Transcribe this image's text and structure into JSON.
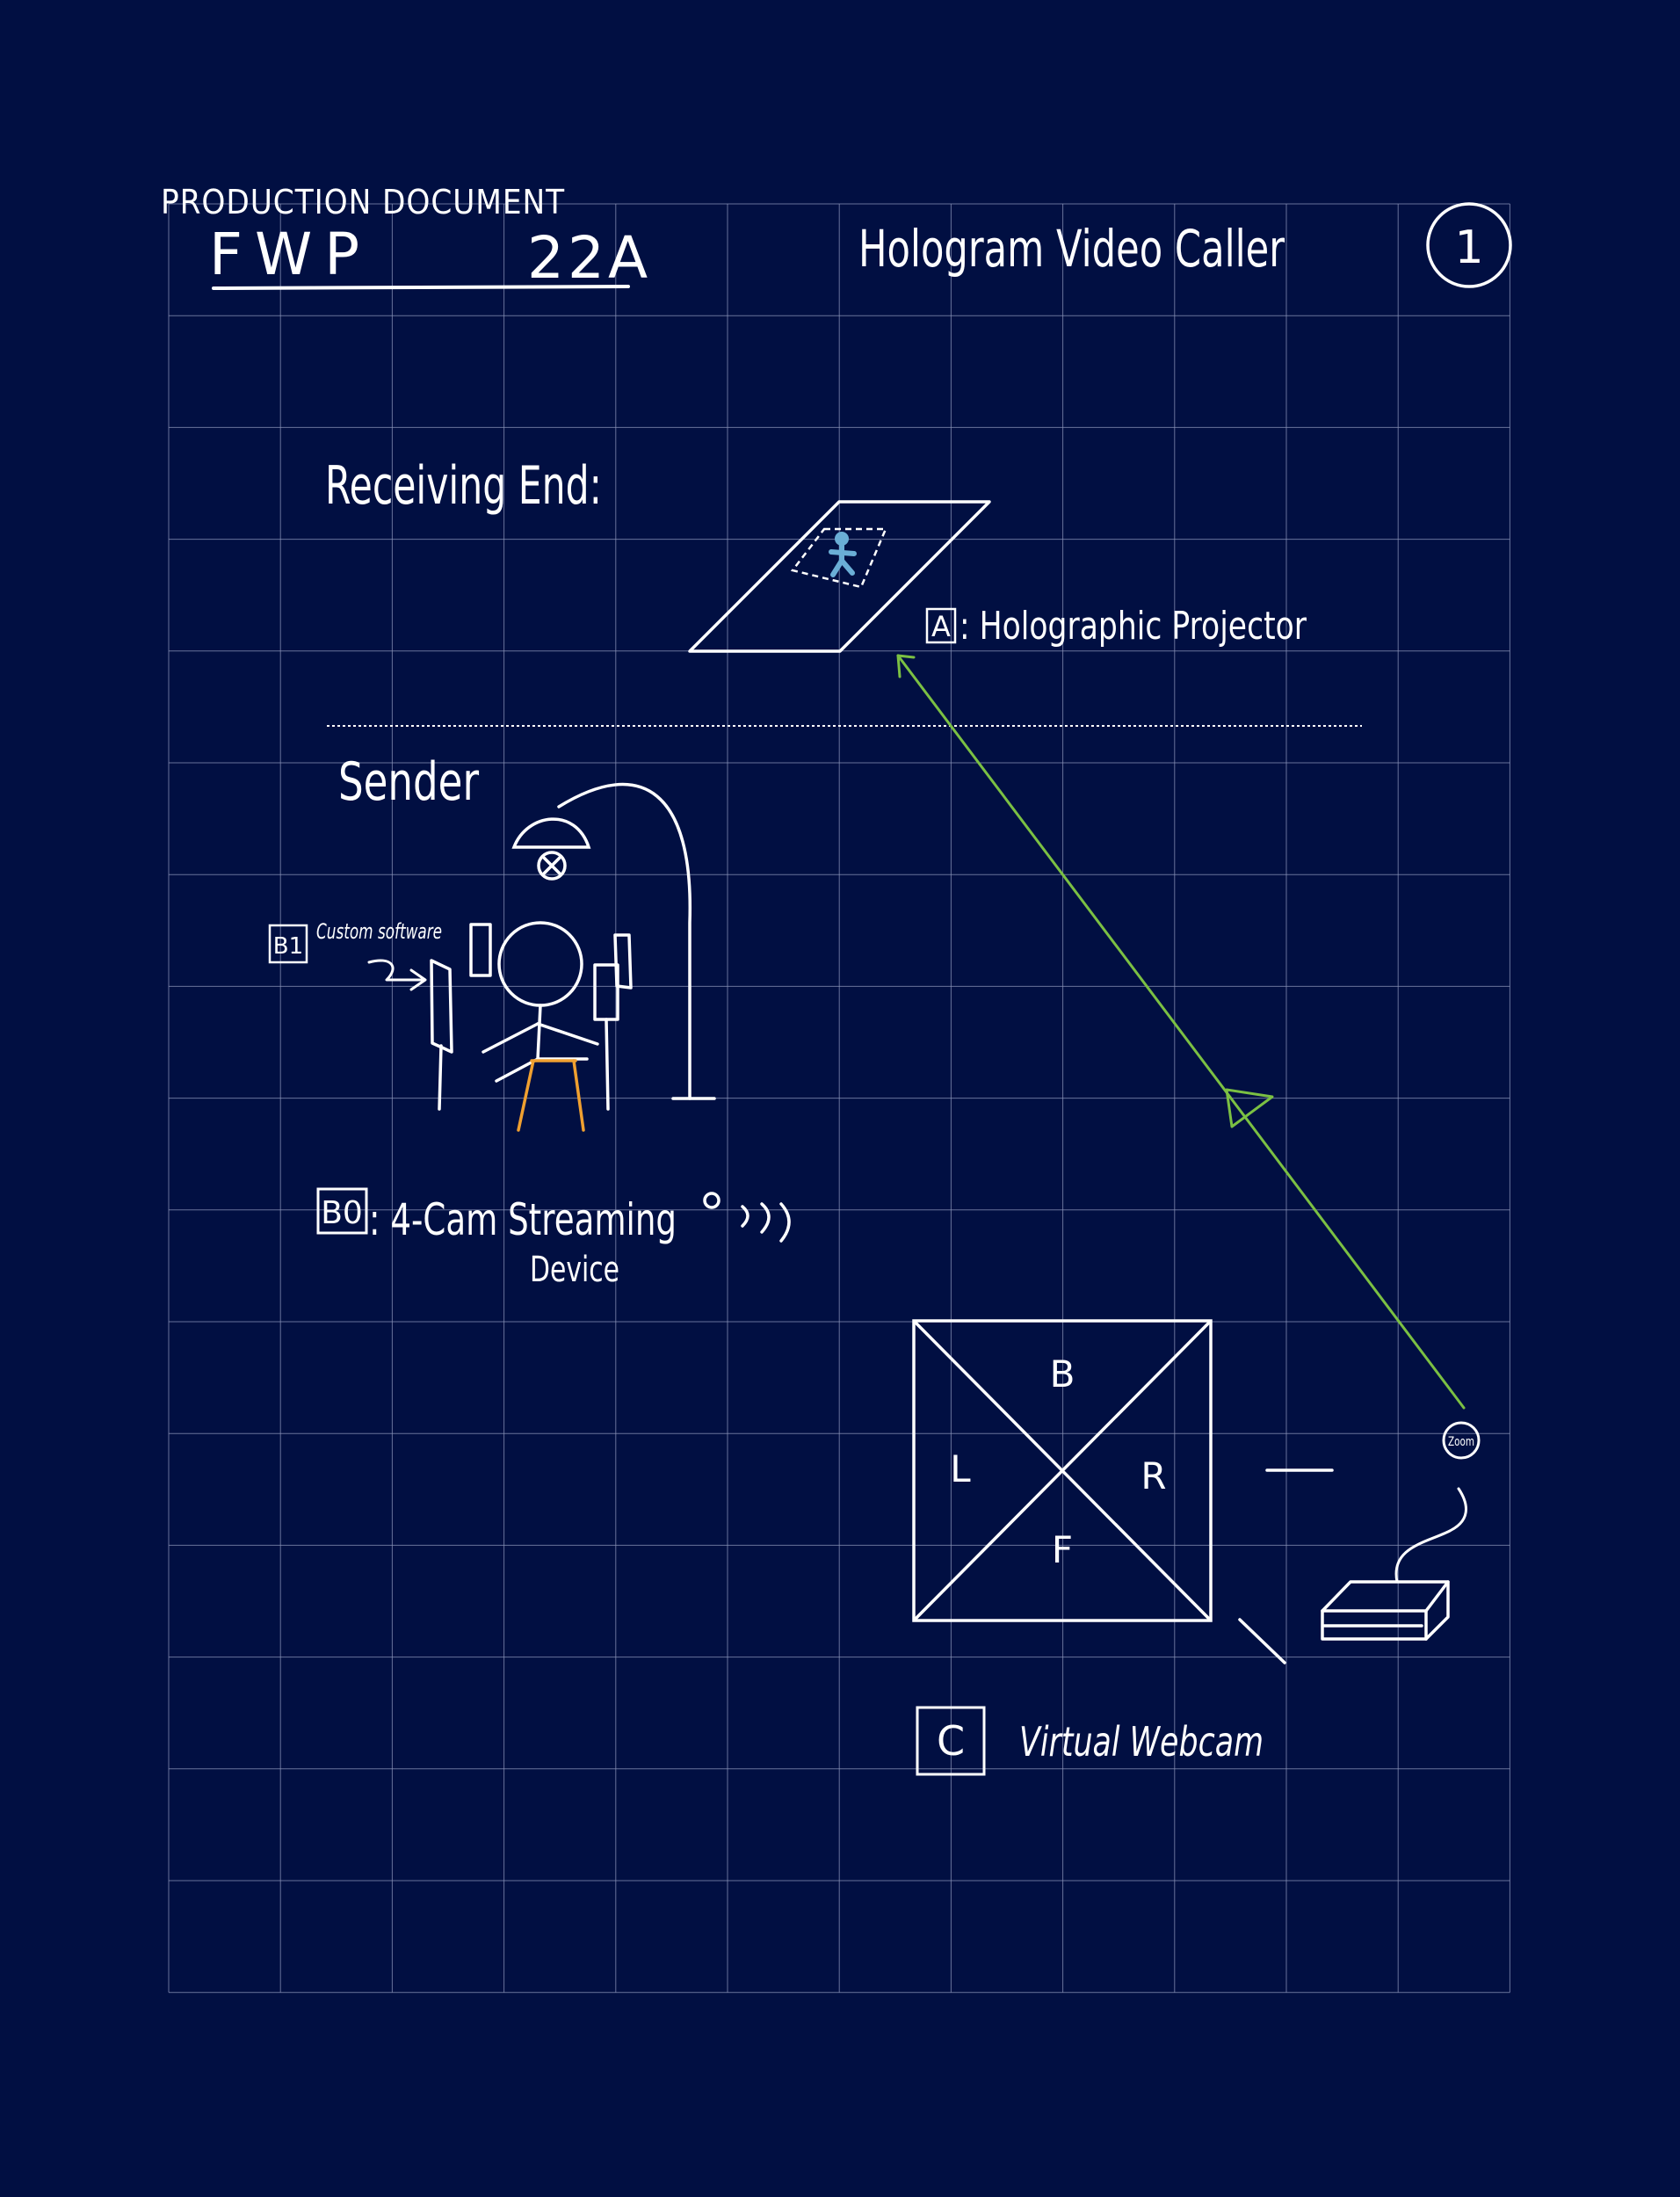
{
  "header": {
    "doc_label": "PRODUCTION DOCUMENT",
    "project_code": "FWP",
    "project_number": "22A",
    "project_title": "Hologram Video Caller",
    "page_number": "1"
  },
  "receiving": {
    "heading": "Receiving End:",
    "projector_tag": "A",
    "projector_label": ": Holographic Projector"
  },
  "sender": {
    "heading": "Sender",
    "software_tag": "B1",
    "software_label": "Custom software",
    "device_tag": "B0",
    "device_label_line1": ": 4-Cam Streaming",
    "device_label_line2": "Device"
  },
  "webcam": {
    "quad_top": "B",
    "quad_left": "L",
    "quad_right": "R",
    "quad_bottom": "F",
    "tag": "C",
    "label": "Virtual Webcam",
    "zoom_badge": "Zoom"
  },
  "colors": {
    "background": "#010f42",
    "grid": "#8b93b8",
    "ink": "#ffffff",
    "arrow": "#7bc043",
    "stool": "#f0a030",
    "hologram_figure": "#6aaed6"
  }
}
